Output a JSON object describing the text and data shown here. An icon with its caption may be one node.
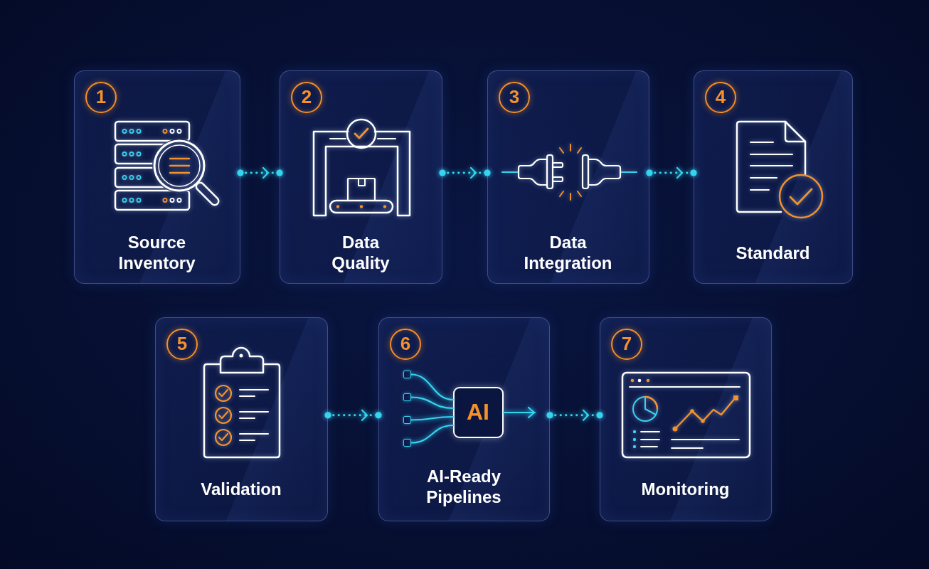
{
  "diagram": {
    "nodes": [
      {
        "text": [
          "1",
          "Source Inventory"
        ]
      },
      {
        "text": [
          "2",
          "Data Quality"
        ]
      },
      {
        "text": [
          "3",
          "Data Integration"
        ]
      },
      {
        "text": [
          "4",
          "Standard"
        ]
      },
      {
        "text": [
          "5",
          "Validation"
        ]
      },
      {
        "text": [
          "6",
          "AI-Ready Pipelines"
        ]
      },
      {
        "text": [],
        "shape": "box",
        "in": 5
      },
      {
        "text": [],
        "shape": "box",
        "in": 5
      },
      {
        "text": [],
        "shape": "box",
        "in": 5
      },
      {
        "text": [],
        "shape": "box",
        "in": 5
      },
      {
        "text": [
          "AI"
        ],
        "in": 5
      },
      {
        "text": [
          "7",
          "Monitoring"
        ]
      }
    ],
    "edges": [
      {
        "from": 0,
        "to": 1,
        "arrow": "to",
        "style": "dashed"
      },
      {
        "from": 1,
        "to": 2,
        "arrow": "to",
        "style": "dashed"
      },
      {
        "from": 2,
        "to": 3,
        "arrow": "to",
        "style": "dashed"
      },
      {
        "from": 4,
        "to": 5,
        "arrow": "to",
        "style": "dashed"
      },
      {
        "from": 5,
        "to": 11,
        "arrow": "to",
        "style": "dashed"
      },
      {
        "from": 6,
        "to": 10,
        "arrow": "none"
      },
      {
        "from": 7,
        "to": 10,
        "arrow": "none"
      },
      {
        "from": 8,
        "to": 10,
        "arrow": "none"
      },
      {
        "from": 9,
        "to": 10,
        "arrow": "none"
      },
      {
        "from": 10,
        "to": null,
        "arrow": "to"
      }
    ]
  }
}
